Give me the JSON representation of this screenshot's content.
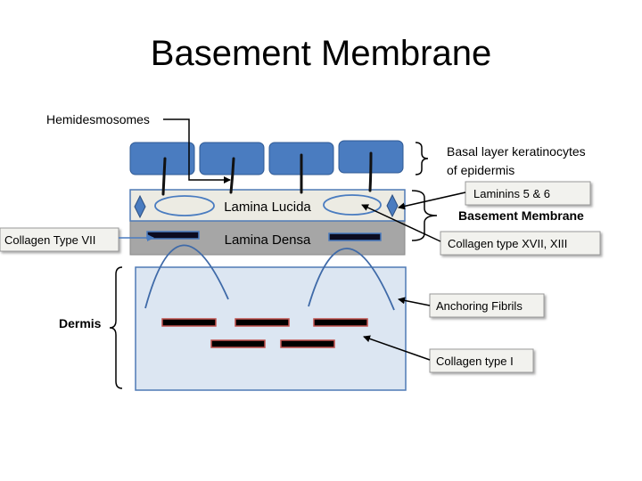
{
  "title": "Basement Membrane",
  "labels": {
    "hemidesmosomes": "Hemidesmosomes",
    "basal_layer_line1": "Basal layer keratinocytes",
    "basal_layer_line2": "of epidermis",
    "laminins": "Laminins 5 & 6",
    "basement_membrane": "Basement Membrane",
    "lamina_lucida": "Lamina Lucida",
    "lamina_densa": "Lamina Densa",
    "collagen_vii": "Collagen Type VII",
    "collagen_xvii": "Collagen type XVII, XIII",
    "dermis": "Dermis",
    "anchoring_fibrils": "Anchoring Fibrils",
    "collagen_i": "Collagen type I"
  },
  "colors": {
    "keratinocyte": "#4a7cc0",
    "lamina_lucida": "#ecebe3",
    "lamina_densa": "#a6a6a6",
    "dermis": "#dce6f2",
    "fibril": "#3f6aa8",
    "collagen_i_fill": "#000000",
    "collagen_i_border": "#c0504d",
    "callout_fill": "#f2f2ee"
  }
}
